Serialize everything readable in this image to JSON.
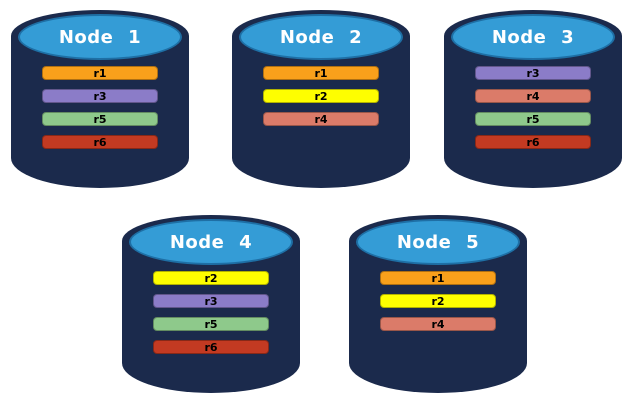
{
  "diagram": {
    "description": "Five database node cylinders holding replica bars",
    "colors": {
      "cylinder_body": "#1B2A4C",
      "cylinder_top": "#349CD6",
      "cylinder_top_border": "#1E6FA5",
      "node_title_text": "#FFFFFF",
      "replica_text": "#000000",
      "replica_colors": {
        "r1": "#F9A01B",
        "r2": "#FEFE00",
        "r3": "#8B7CC8",
        "r4": "#DB7B69",
        "r5": "#8EC98B",
        "r6": "#C33A22"
      }
    },
    "nodes": [
      {
        "label": "Node 1",
        "replicas": [
          "r1",
          "r3",
          "r5",
          "r6"
        ]
      },
      {
        "label": "Node 2",
        "replicas": [
          "r1",
          "r2",
          "r4"
        ]
      },
      {
        "label": "Node 3",
        "replicas": [
          "r3",
          "r4",
          "r5",
          "r6"
        ]
      },
      {
        "label": "Node 4",
        "replicas": [
          "r2",
          "r3",
          "r5",
          "r6"
        ]
      },
      {
        "label": "Node 5",
        "replicas": [
          "r1",
          "r2",
          "r4"
        ]
      }
    ]
  }
}
